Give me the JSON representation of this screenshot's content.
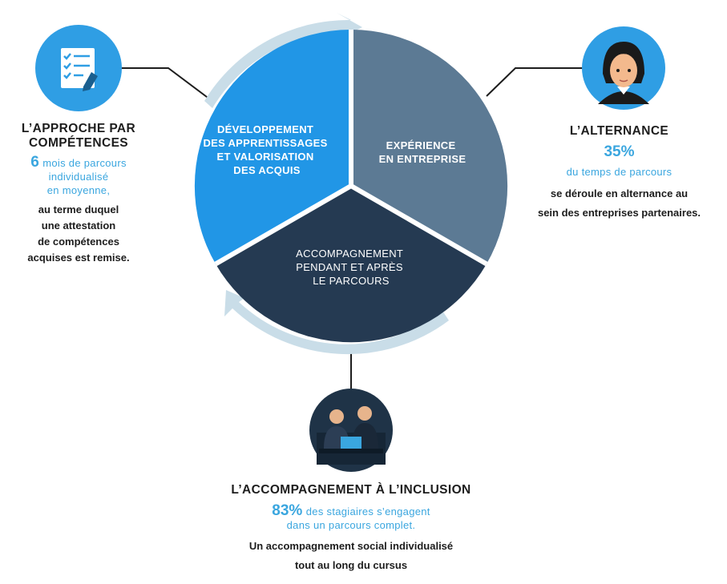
{
  "colors": {
    "segment_left": "#2196e6",
    "segment_right": "#5c7a94",
    "segment_bottom": "#253a52",
    "ring": "#c9dde8",
    "accent": "#3aa6df",
    "icon_left_bg": "#2f9ee4",
    "icon_people_bg": "#1f3347"
  },
  "cycle": {
    "left_segment": [
      "DÉVELOPPEMENT",
      "DES APPRENTISSAGES",
      "ET VALORISATION",
      "DES ACQUIS"
    ],
    "right_segment": [
      "EXPÉRIENCE",
      "EN ENTREPRISE"
    ],
    "bottom_segment": [
      "ACCOMPAGNEMENT",
      "PENDANT ET APRÈS",
      "LE PARCOURS"
    ]
  },
  "competences": {
    "icon": "checklist-icon",
    "title_line1": "L’APPROCHE PAR",
    "title_line2": "COMPÉTENCES",
    "stat_value": "6",
    "stat_text1": "mois de parcours",
    "stat_text2": "individualisé",
    "stat_text3": "en moyenne,",
    "body": [
      "au terme duquel",
      "une attestation",
      "de compétences",
      "acquises est remise."
    ]
  },
  "alternance": {
    "icon": "woman-avatar-icon",
    "title": "L’ALTERNANCE",
    "stat_value": "35%",
    "stat_text": "du temps de parcours",
    "body": [
      "se déroule en alternance au",
      "sein des entreprises partenaires."
    ]
  },
  "inclusion": {
    "icon": "people-meeting-icon",
    "title": "L’ACCOMPAGNEMENT À L’INCLUSION",
    "stat_value": "83%",
    "stat_text1": "des stagiaires s’engagent",
    "stat_text2": "dans un parcours complet.",
    "body": [
      "Un accompagnement social individualisé",
      "tout au long du cursus"
    ]
  }
}
